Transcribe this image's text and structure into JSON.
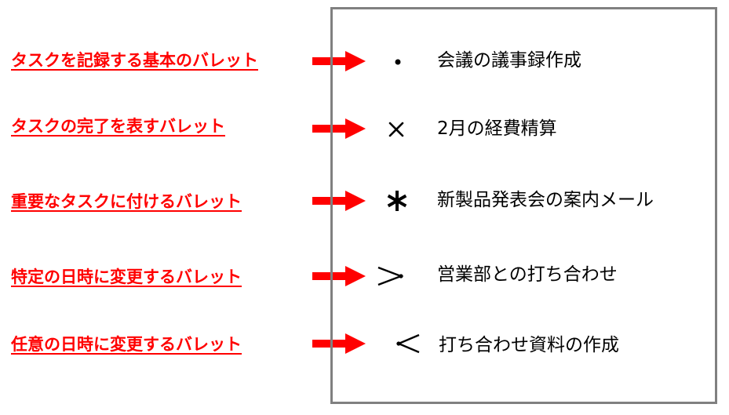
{
  "colors": {
    "label": "#ff0000",
    "arrow": "#ff0000",
    "frame": "#808080",
    "text": "#000000"
  },
  "rows": [
    {
      "label": "タスクを記録する基本のバレット",
      "symbol_name": "dot-bullet-icon",
      "item": "会議の議事録作成"
    },
    {
      "label": "タスクの完了を表すバレット",
      "symbol_name": "cross-bullet-icon",
      "item": "2月の経費精算"
    },
    {
      "label": "重要なタスクに付けるバレット",
      "symbol_name": "asterisk-bullet-icon",
      "item": "新製品発表会の案内メール"
    },
    {
      "label": "特定の日時に変更するバレット",
      "symbol_name": "migrate-right-bullet-icon",
      "item": "営業部との打ち合わせ"
    },
    {
      "label": "任意の日時に変更するバレット",
      "symbol_name": "migrate-left-bullet-icon",
      "item": "打ち合わせ資料の作成"
    }
  ]
}
